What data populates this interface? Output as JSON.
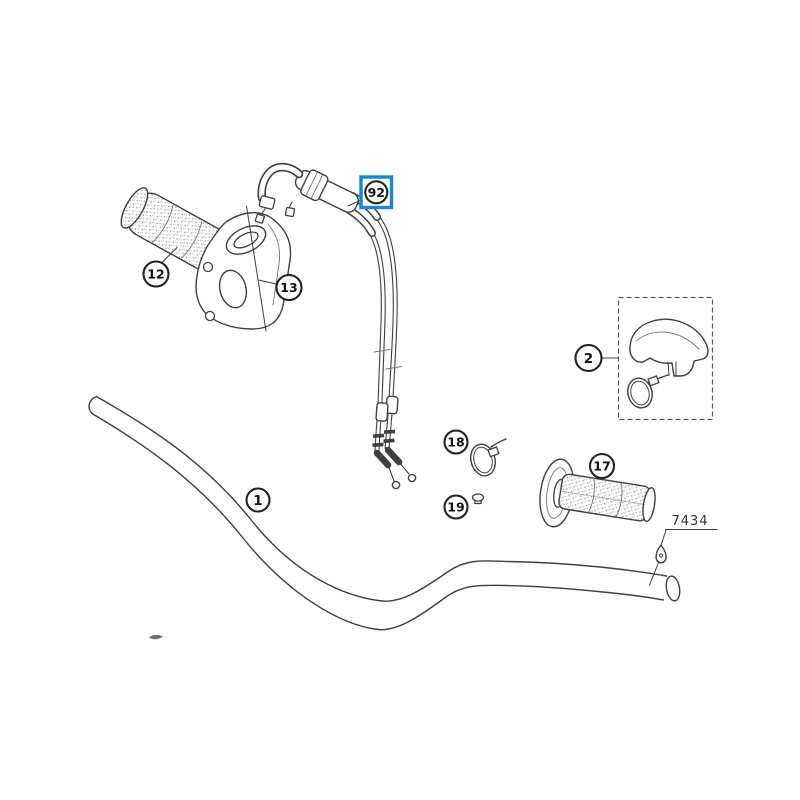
{
  "diagram": {
    "kind": "exploded-parts-diagram",
    "colors": {
      "background": "#ffffff",
      "line": "#3f3f3f",
      "highlight": "#1789d4"
    },
    "part_number_label": "7434",
    "callouts": [
      {
        "label": "92",
        "highlighted": true
      },
      {
        "label": "12",
        "highlighted": false
      },
      {
        "label": "13",
        "highlighted": false
      },
      {
        "label": "2",
        "highlighted": false
      },
      {
        "label": "18",
        "highlighted": false
      },
      {
        "label": "19",
        "highlighted": false
      },
      {
        "label": "17",
        "highlighted": false
      },
      {
        "label": "1",
        "highlighted": false
      }
    ],
    "parts": [
      {
        "icon": "handlebar-tube",
        "callout": "1"
      },
      {
        "icon": "throttle-grip-assembly",
        "callout": "12"
      },
      {
        "icon": "throttle-housing-subassembly",
        "callout": "13"
      },
      {
        "icon": "throttle-cable-pair",
        "callout": "92"
      },
      {
        "icon": "handguard-kit",
        "callout": "2"
      },
      {
        "icon": "cable-tie",
        "callout": "18"
      },
      {
        "icon": "fastener-nut",
        "callout": "19"
      },
      {
        "icon": "handlebar-grip",
        "callout": "17"
      },
      {
        "icon": "grip-end-plug",
        "callout": "7434"
      }
    ]
  }
}
